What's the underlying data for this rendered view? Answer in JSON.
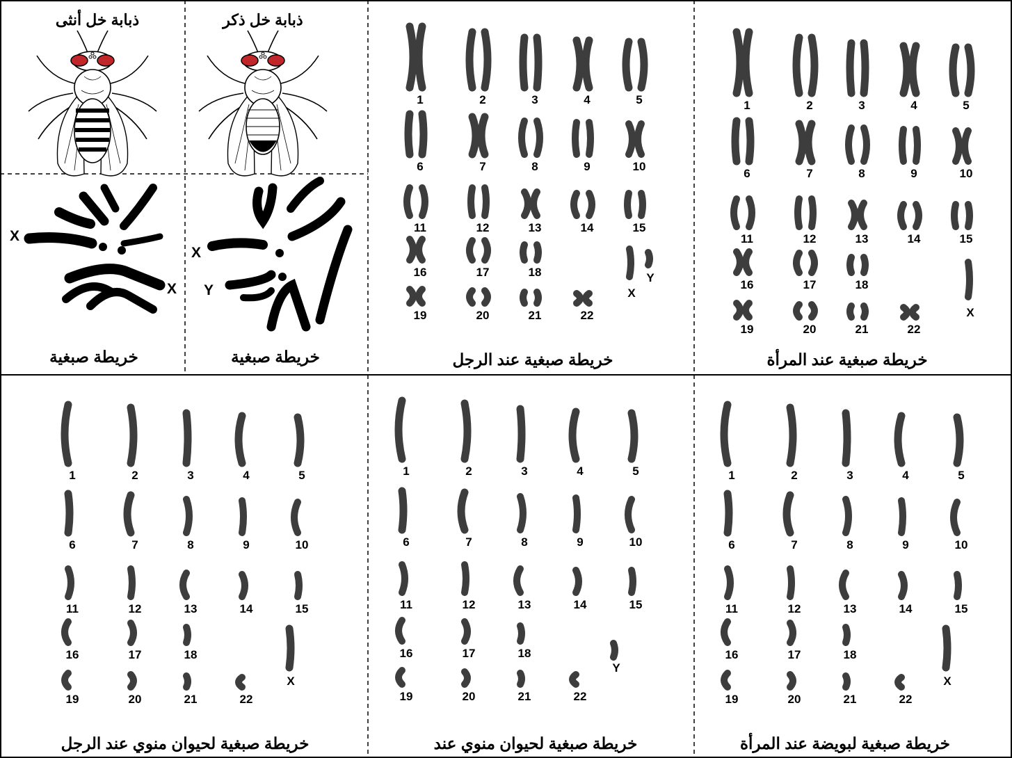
{
  "colors": {
    "chromosome": "#3d3d3d",
    "karyotype_black": "#000000",
    "fly_eye": "#c0262a",
    "line": "#000000"
  },
  "fly_panel": {
    "female_title": "ذبابة خل أنثى",
    "male_title": "ذبابة خل ذكر",
    "female_caption": "خريطة صبغية",
    "male_caption": "خريطة صبغية",
    "female_x1": "X",
    "female_x2": "X",
    "male_x": "X",
    "male_y": "Y"
  },
  "man_karyotype": {
    "caption": "خريطة صبغية عند الرجل",
    "numbers": [
      "1",
      "2",
      "3",
      "4",
      "5",
      "6",
      "7",
      "8",
      "9",
      "10",
      "11",
      "12",
      "13",
      "14",
      "15",
      "16",
      "17",
      "18",
      "19",
      "20",
      "21",
      "22"
    ],
    "x": "X",
    "y": "Y"
  },
  "woman_karyotype": {
    "caption": "خريطة صبغية عند المرأة",
    "numbers": [
      "1",
      "2",
      "3",
      "4",
      "5",
      "6",
      "7",
      "8",
      "9",
      "10",
      "11",
      "12",
      "13",
      "14",
      "15",
      "16",
      "17",
      "18",
      "19",
      "20",
      "21",
      "22"
    ],
    "x": "X"
  },
  "sperm_x": {
    "caption": "خريطة صبغية لحيوان منوي عند الرجل",
    "numbers": [
      "1",
      "2",
      "3",
      "4",
      "5",
      "6",
      "7",
      "8",
      "9",
      "10",
      "11",
      "12",
      "13",
      "14",
      "15",
      "16",
      "17",
      "18",
      "19",
      "20",
      "21",
      "22"
    ],
    "sex": "X"
  },
  "sperm_y": {
    "caption": "خريطة صبغية لحيوان منوي  عند",
    "numbers": [
      "1",
      "2",
      "3",
      "4",
      "5",
      "6",
      "7",
      "8",
      "9",
      "10",
      "11",
      "12",
      "13",
      "14",
      "15",
      "16",
      "17",
      "18",
      "19",
      "20",
      "21",
      "22"
    ],
    "sex": "Y"
  },
  "ovum": {
    "caption": "خريطة صبغية  لبويضة عند المرأة",
    "numbers": [
      "1",
      "2",
      "3",
      "4",
      "5",
      "6",
      "7",
      "8",
      "9",
      "10",
      "11",
      "12",
      "13",
      "14",
      "15",
      "16",
      "17",
      "18",
      "19",
      "20",
      "21",
      "22"
    ],
    "sex": "X"
  }
}
